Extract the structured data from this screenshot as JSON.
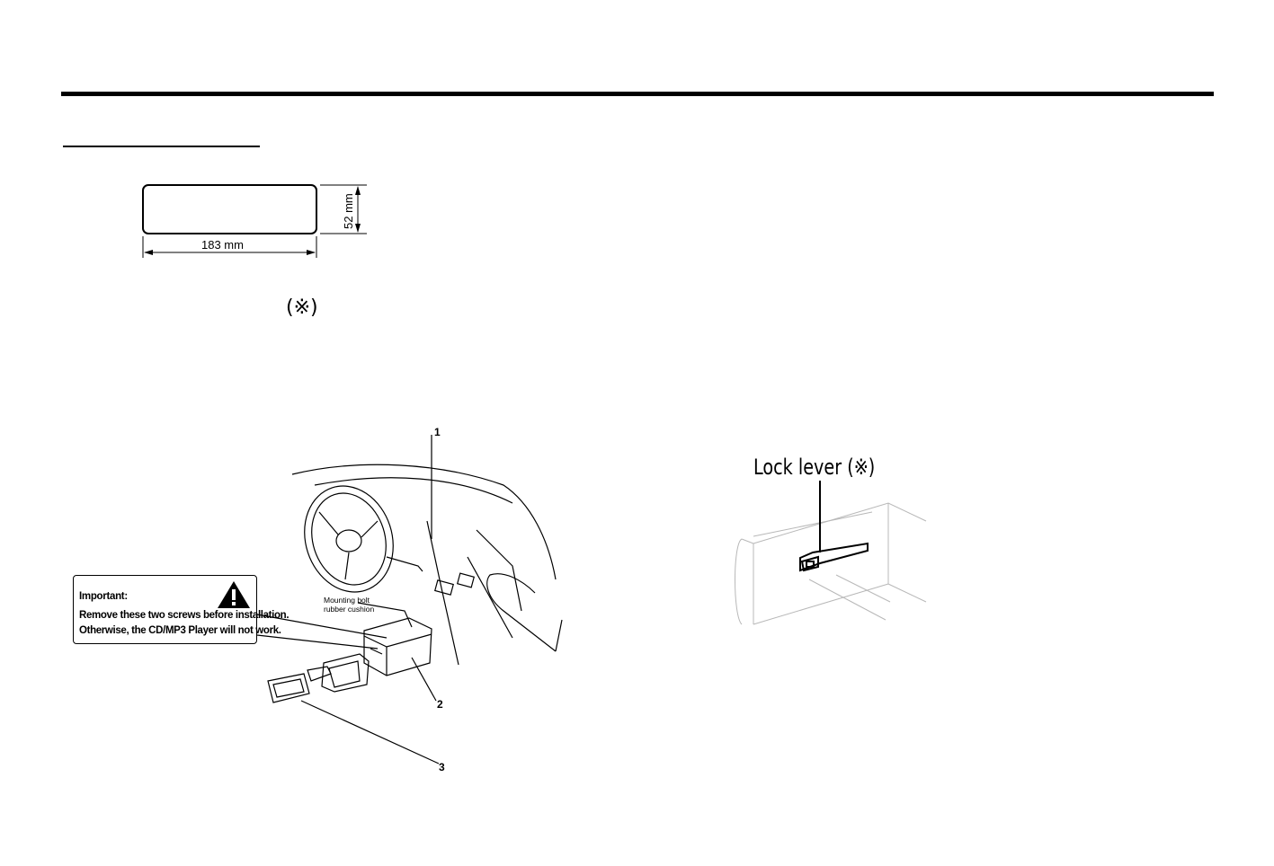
{
  "dimensions": {
    "width_label": "183 mm",
    "height_label": "52 mm"
  },
  "reference_mark": "(※)",
  "install_diagram": {
    "callouts": [
      "1",
      "2",
      "3"
    ],
    "mounting_label_line1": "Mounting bolt",
    "mounting_label_line2": "rubber cushion",
    "warning": {
      "title": "Important:",
      "line1": "Remove these two screws before installation.",
      "line2": "Otherwise, the CD/MP3 Player will not work.",
      "icon": "warning-triangle-icon"
    }
  },
  "lock_diagram": {
    "label": "Lock lever (※)"
  }
}
